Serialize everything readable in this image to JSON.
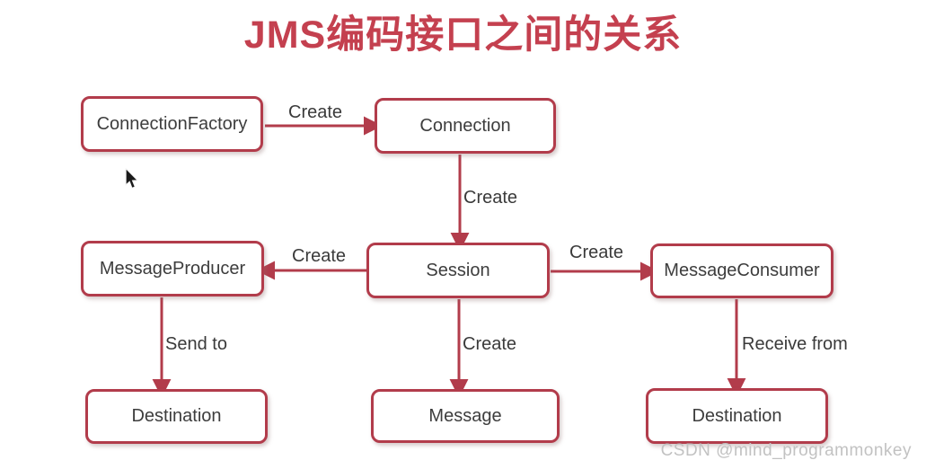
{
  "title": "JMS编码接口之间的关系",
  "diagram": {
    "nodes": [
      {
        "id": "connection-factory",
        "label": "ConnectionFactory"
      },
      {
        "id": "connection",
        "label": "Connection"
      },
      {
        "id": "message-producer",
        "label": "MessageProducer"
      },
      {
        "id": "session",
        "label": "Session"
      },
      {
        "id": "message-consumer",
        "label": "MessageConsumer"
      },
      {
        "id": "destination-producer",
        "label": "Destination"
      },
      {
        "id": "message",
        "label": "Message"
      },
      {
        "id": "destination-consumer",
        "label": "Destination"
      }
    ],
    "edges": [
      {
        "from": "ConnectionFactory",
        "to": "Connection",
        "label": "Create"
      },
      {
        "from": "Connection",
        "to": "Session",
        "label": "Create"
      },
      {
        "from": "Session",
        "to": "MessageProducer",
        "label": "Create"
      },
      {
        "from": "Session",
        "to": "MessageConsumer",
        "label": "Create"
      },
      {
        "from": "MessageProducer",
        "to": "Destination",
        "label": "Send to"
      },
      {
        "from": "Session",
        "to": "Message",
        "label": "Create"
      },
      {
        "from": "MessageConsumer",
        "to": "Destination",
        "label": "Receive from"
      }
    ]
  },
  "watermark": "CSDN @mind_programmonkey",
  "icons": {
    "cursor": "mouse-pointer"
  },
  "colors": {
    "title": "#c4404f",
    "shape_border": "#b23c4b",
    "arrow": "#b23c4b",
    "node_text": "#3d3d3d",
    "edge_label_text": "#3a3a3a",
    "watermark": "#c2c2c2",
    "background": "#ffffff"
  }
}
